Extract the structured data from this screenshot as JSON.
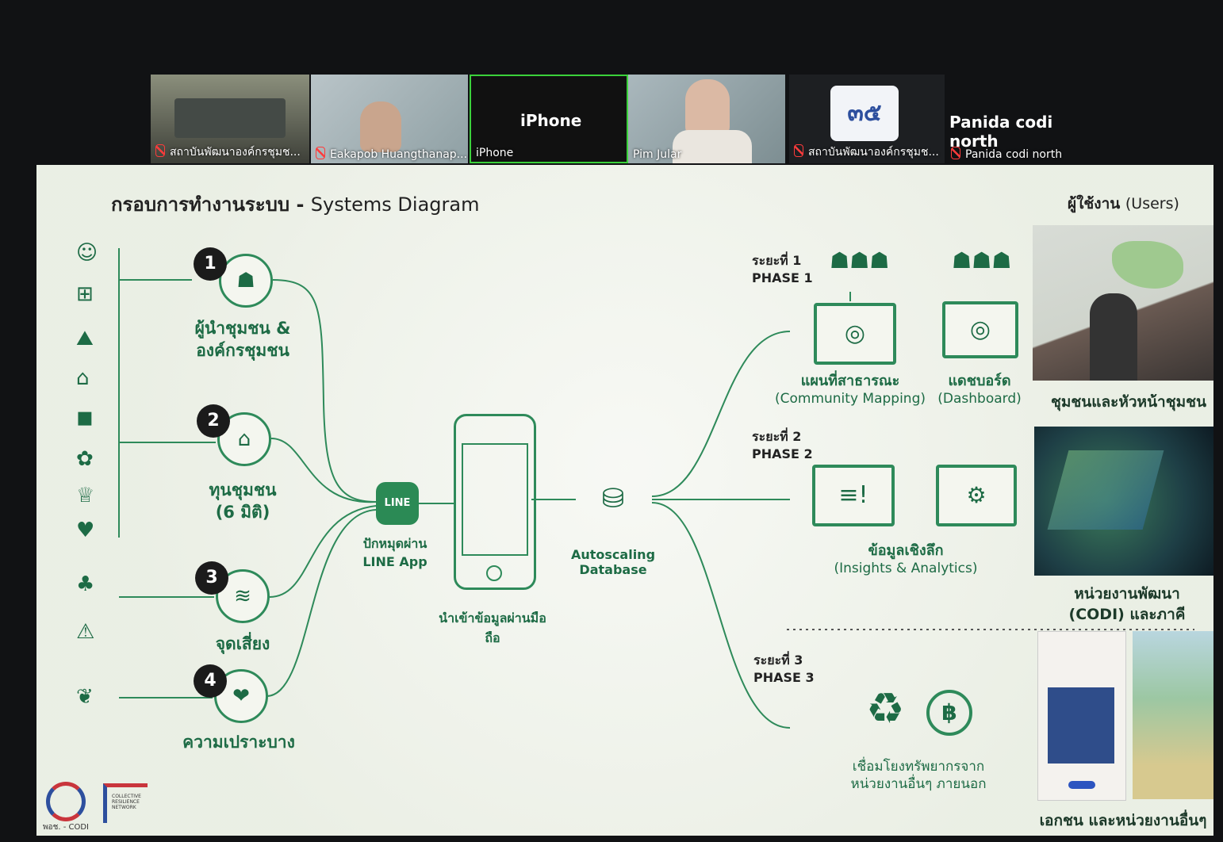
{
  "participants": [
    {
      "name": "สถาบันพัฒนาองค์กรชุมช...",
      "muted": true
    },
    {
      "name": "Eakapob Huangthanap...",
      "muted": true
    },
    {
      "name": "iPhone",
      "label": "iPhone",
      "muted": false
    },
    {
      "name": "Pim Jular",
      "muted": false
    },
    {
      "name": "สถาบันพัฒนาองค์กรชุมช...",
      "muted": true
    },
    {
      "name": "Panida codi north",
      "label": "Panida codi north",
      "muted": true
    }
  ],
  "slide": {
    "title": "กรอบการทำงานระบบ -",
    "title_sub": "Systems Diagram",
    "categories": [
      {
        "num": "1",
        "label_line1": "ผู้นำชุมชน &",
        "label_line2": "องค์กรชุมชน"
      },
      {
        "num": "2",
        "label_line1": "ทุนชุมชน",
        "label_line2": "(6 มิติ)"
      },
      {
        "num": "3",
        "label_line1": "จุดเสี่ยง",
        "label_line2": ""
      },
      {
        "num": "4",
        "label_line1": "ความเปราะบาง",
        "label_line2": ""
      }
    ],
    "line_app": {
      "icon": "LINE",
      "label_line1": "ปักหมุดผ่าน",
      "label_line2": "LINE App"
    },
    "phone_label_line1": "นำเข้าข้อมูลผ่านมือ",
    "phone_label_line2": "ถือ",
    "database": {
      "line1": "Autoscaling",
      "line2": "Database"
    },
    "phases": [
      {
        "th": "ระยะที่ 1",
        "en": "PHASE 1"
      },
      {
        "th": "ระยะที่ 2",
        "en": "PHASE 2"
      },
      {
        "th": "ระยะที่ 3",
        "en": "PHASE 3"
      }
    ],
    "outputs": {
      "mapping_th": "แผนที่สาธารณะ",
      "mapping_en": "(Community Mapping)",
      "dashboard_th": "แดชบอร์ด",
      "dashboard_en": "(Dashboard)",
      "insights_th": "ข้อมูลเชิงลึก",
      "insights_en": "(Insights & Analytics)",
      "resources_line1": "เชื่อมโยงทรัพยากรจาก",
      "resources_line2": "หน่วยงานอื่นๆ ภายนอก"
    },
    "users": {
      "title": "ผู้ใช้งาน",
      "title_en": "(Users)",
      "user1": "ชุมชนและหัวหน้าชุมชน",
      "user2_line1": "หน่วยงานพัฒนา",
      "user2_line2": "(CODI) และภาคี",
      "user3": "เอกชน และหน่วยงานอื่นๆ"
    },
    "logos": {
      "codi": "พอช. - CODI",
      "crn": "COLLECTIVE RESILIENCE NETWORK"
    }
  },
  "colors": {
    "brand_green": "#2e8a5a",
    "text_green": "#1d6b45",
    "active_speaker": "#3bd13b"
  }
}
